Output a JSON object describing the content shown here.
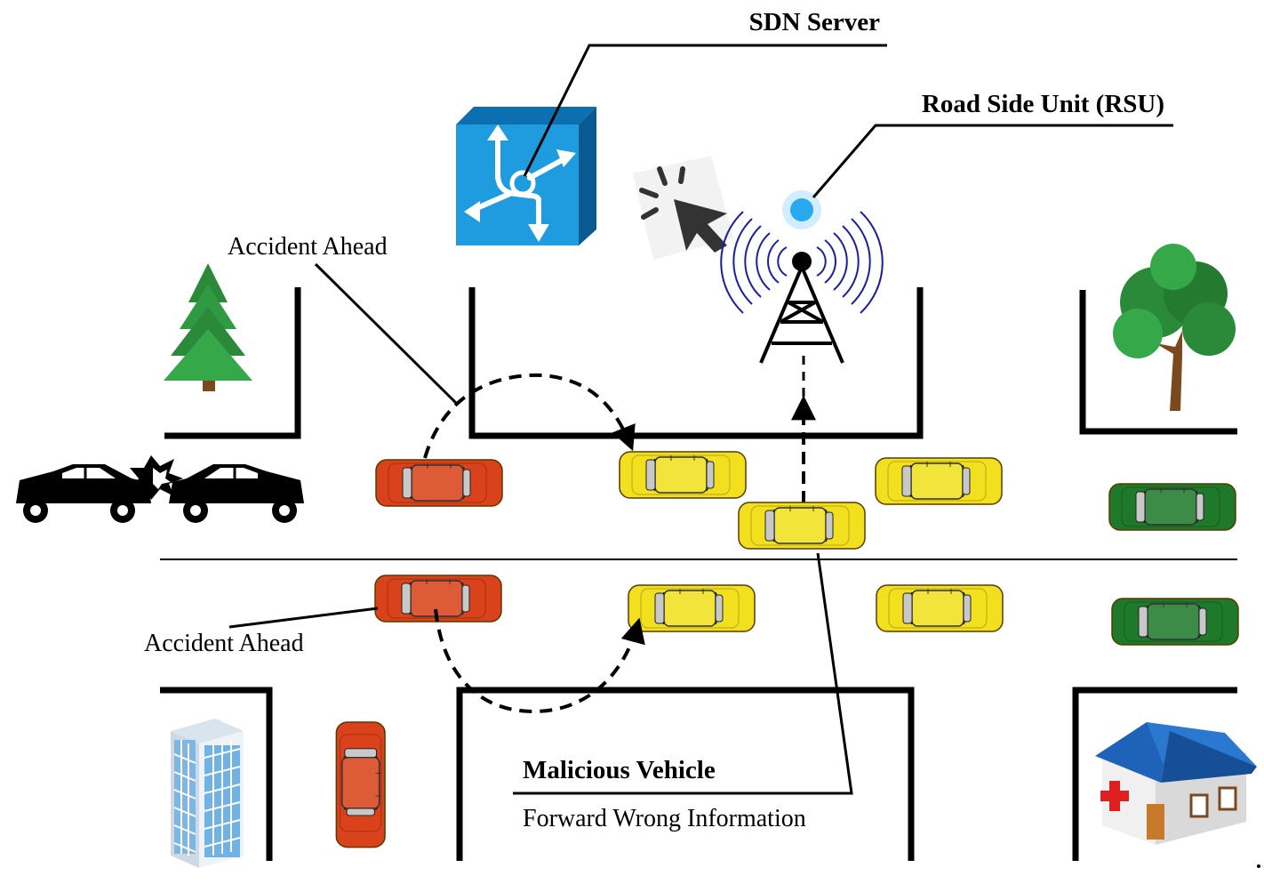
{
  "labels": {
    "sdn_server": "SDN Server",
    "rsu": "Road Side Unit (RSU)",
    "accident_top": "Accident Ahead",
    "accident_bottom": "Accident Ahead",
    "malicious_vehicle": "Malicious Vehicle",
    "forward_info": "Forward Wrong Information"
  },
  "colors": {
    "red_car": "#d9421a",
    "yellow_car": "#f2e01e",
    "green_car": "#1e7a2a",
    "sdn_blue": "#1f9be0",
    "signal_blue": "#1b1f9e",
    "tree_green": "#2a8a3a"
  },
  "icons": {
    "sdn": "sdn-server-icon",
    "rsu": "rsu-tower-icon",
    "cursor": "cursor-click-icon",
    "crash": "collision-icon",
    "pine": "pine-tree-icon",
    "oak": "deciduous-tree-icon",
    "office": "office-building-icon",
    "hospital": "hospital-icon"
  }
}
